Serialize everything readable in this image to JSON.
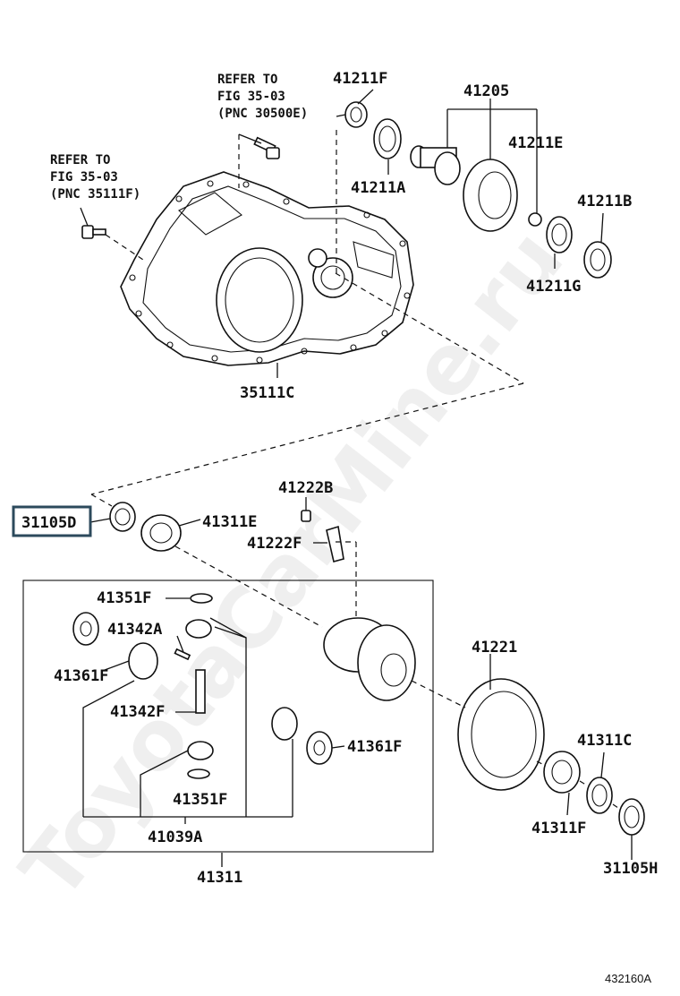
{
  "refer_notes": {
    "bolt_top": {
      "line1": "REFER TO",
      "line2": "FIG 35-03",
      "line3": "(PNC 30500E)"
    },
    "bolt_left": {
      "line1": "REFER TO",
      "line2": "FIG 35-03",
      "line3": "(PNC 35111F)"
    }
  },
  "parts": {
    "p41211F": "41211F",
    "p41205": "41205",
    "p41211E": "41211E",
    "p41211A": "41211A",
    "p41211B": "41211B",
    "p41211G": "41211G",
    "p35111C": "35111C",
    "p41222B": "41222B",
    "p31105D": "31105D",
    "p41311E": "41311E",
    "p41222F": "41222F",
    "p41351F_top": "41351F",
    "p41342A": "41342A",
    "p41361F_left": "41361F",
    "p41342F": "41342F",
    "p41361F_right": "41361F",
    "p41351F_bottom": "41351F",
    "p41039A": "41039A",
    "p41221": "41221",
    "p41311C": "41311C",
    "p41311F": "41311F",
    "p31105H": "31105H",
    "p41311": "41311"
  },
  "highlighted_part": "31105D",
  "figure_id": "432160A",
  "watermark": "ToyotaCarMine.ru",
  "colors": {
    "ink": "#111111",
    "highlight_border": "#2c4a5c"
  }
}
